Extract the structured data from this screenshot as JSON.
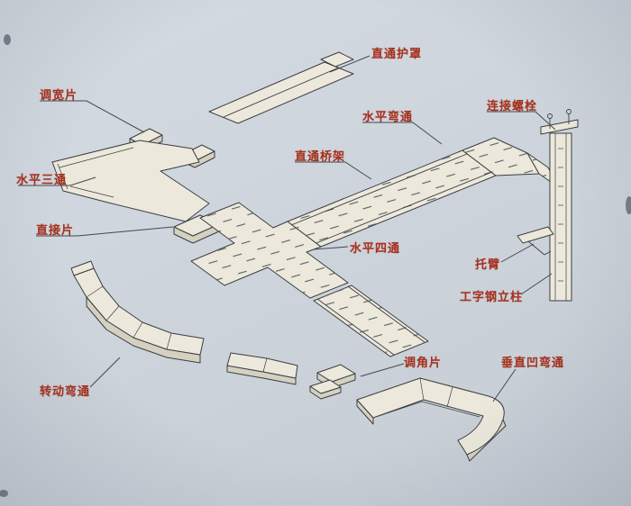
{
  "page": {
    "background_top": "#d5dbe2",
    "background_bottom": "#c5ccd4",
    "label_color": "#a5311f",
    "leader_color": "#45484c",
    "line_color": "#3b3e42",
    "tray_fill": "#ece8db",
    "tray_side_fill": "#d5d1c1"
  },
  "diagram": {
    "type": "isometric-parts-diagram",
    "labels": [
      {
        "id": "straight-cover",
        "text": "直通护罩"
      },
      {
        "id": "width-adjust-piece",
        "text": "调宽片"
      },
      {
        "id": "horizontal-tee",
        "text": "水平三通"
      },
      {
        "id": "connector-piece",
        "text": "直接片"
      },
      {
        "id": "horizontal-elbow",
        "text": "水平弯通"
      },
      {
        "id": "connecting-bolt",
        "text": "连接螺栓"
      },
      {
        "id": "straight-tray",
        "text": "直通桥架"
      },
      {
        "id": "horizontal-cross",
        "text": "水平四通"
      },
      {
        "id": "support-arm",
        "text": "托臂"
      },
      {
        "id": "i-beam-column",
        "text": "工字钢立柱"
      },
      {
        "id": "angle-adjust-piece",
        "text": "调角片"
      },
      {
        "id": "vertical-concave-elbow",
        "text": "垂直凹弯通"
      },
      {
        "id": "rotating-elbow",
        "text": "转动弯通"
      }
    ]
  }
}
